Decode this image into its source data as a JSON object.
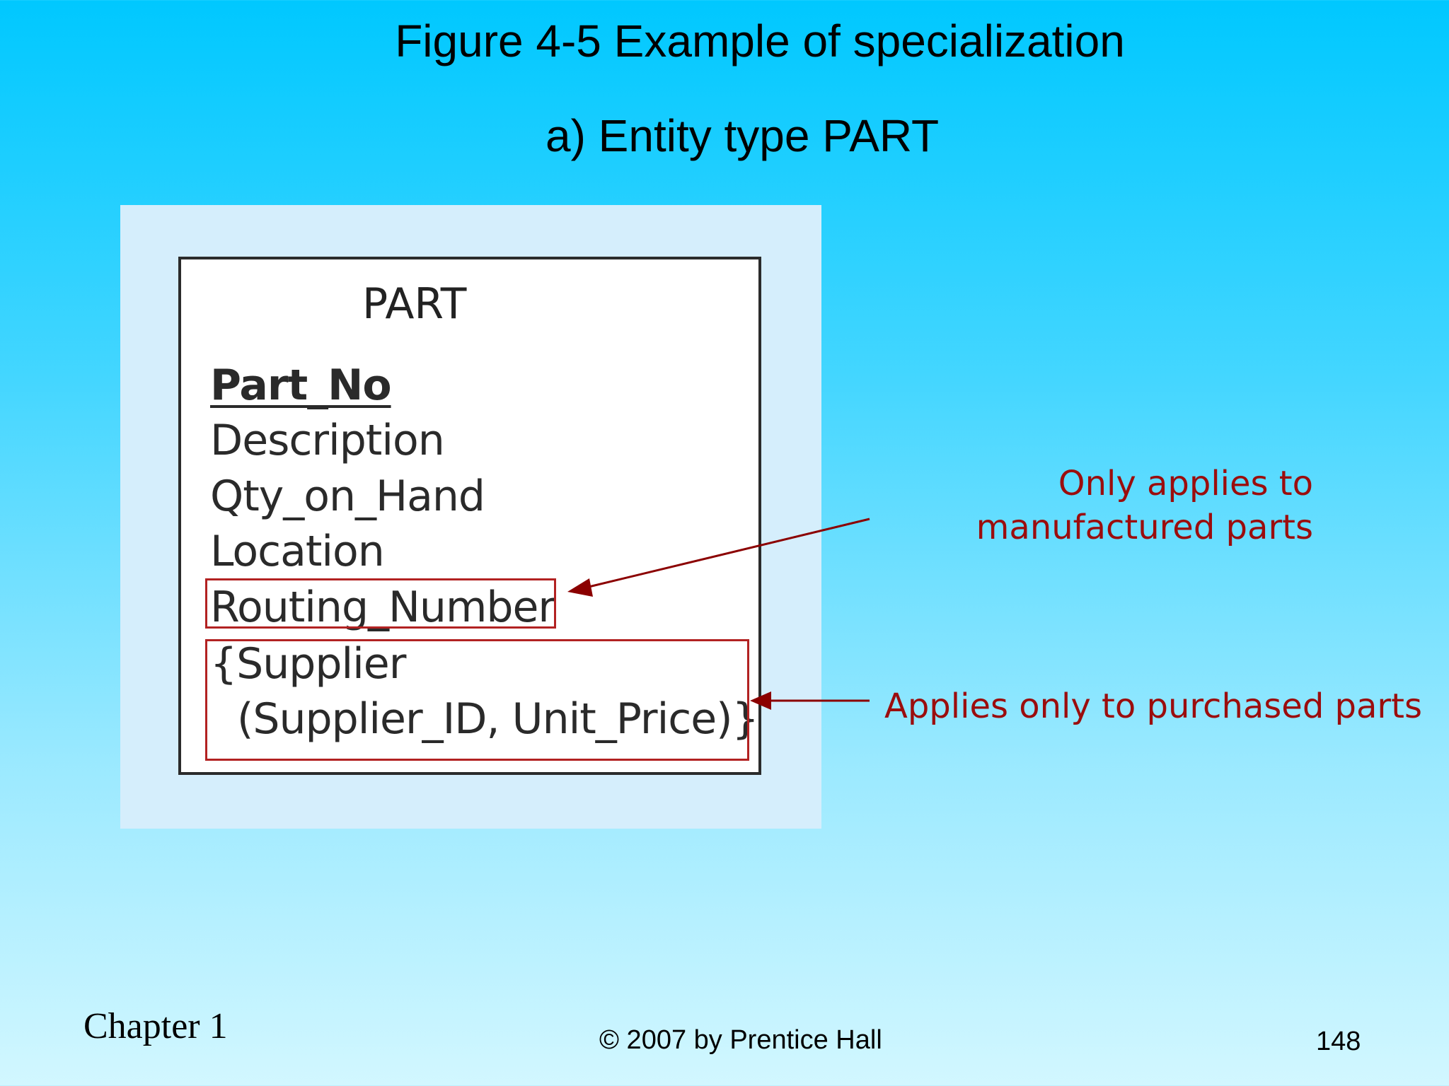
{
  "slide": {
    "title": "Figure 4-5 Example of specialization",
    "subtitle": "a) Entity type PART"
  },
  "entity": {
    "name": "PART",
    "attributes": [
      "Part_No",
      "Description",
      "Qty_on_Hand",
      "Location",
      "Routing_Number",
      "{Supplier",
      "(Supplier_ID, Unit_Price)}"
    ]
  },
  "callouts": {
    "manufactured_line1": "Only applies to",
    "manufactured_line2": "manufactured parts",
    "purchased": "Applies only to purchased parts"
  },
  "footer": {
    "chapter": "Chapter 1",
    "copyright": "© 2007 by Prentice Hall",
    "page_number": "148"
  },
  "colors": {
    "background_top": "#00c8ff",
    "background_bottom": "#d2f7ff",
    "panel": "#d5eefc",
    "callout_red": "#9b0d0d",
    "highlight_red": "#b22222"
  }
}
